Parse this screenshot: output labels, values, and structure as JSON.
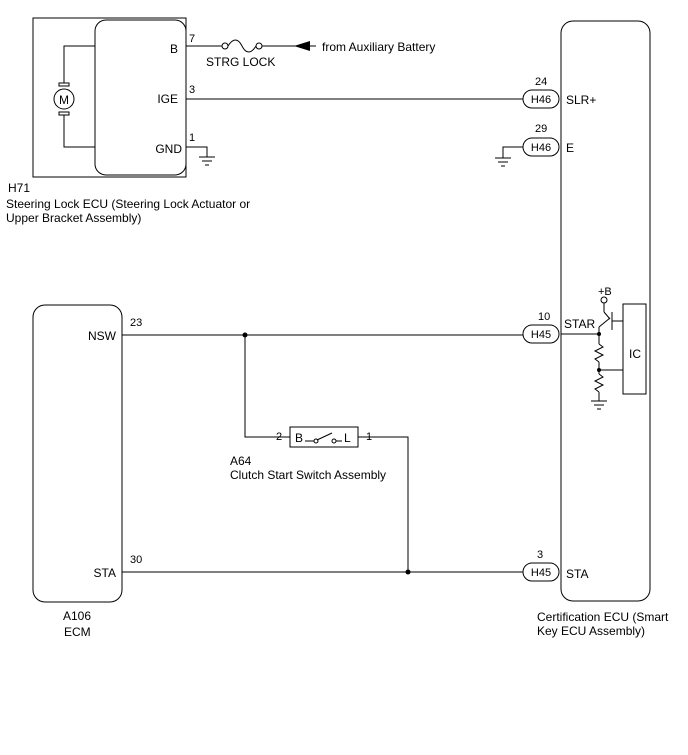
{
  "steering_lock_ecu": {
    "code": "H71",
    "name_line1": "Steering Lock ECU (Steering Lock Actuator or",
    "name_line2": "Upper Bracket Assembly)",
    "motor_symbol": "M",
    "pins": [
      {
        "label": "B",
        "number": "7"
      },
      {
        "label": "IGE",
        "number": "3"
      },
      {
        "label": "GND",
        "number": "1"
      }
    ]
  },
  "fuse": {
    "label": "STRG LOCK"
  },
  "battery_source": {
    "label": "from Auxiliary Battery"
  },
  "certification_ecu": {
    "name_line1": "Certification ECU (Smart",
    "name_line2": "Key ECU Assembly)",
    "pins": [
      {
        "label": "SLR+",
        "number": "24",
        "connector": "H46"
      },
      {
        "label": "E",
        "number": "29",
        "connector": "H46"
      },
      {
        "label": "STAR",
        "number": "10",
        "connector": "H45"
      },
      {
        "label": "STA",
        "number": "3",
        "connector": "H45"
      }
    ],
    "ic_label": "IC",
    "supply_label": "+B"
  },
  "ecm": {
    "code": "A106",
    "name": "ECM",
    "pins": [
      {
        "label": "NSW",
        "number": "23"
      },
      {
        "label": "STA",
        "number": "30"
      }
    ]
  },
  "clutch_switch": {
    "code": "A64",
    "name": "Clutch Start Switch Assembly",
    "terminal_left": "B",
    "terminal_right": "L",
    "pin_left": "2",
    "pin_right": "1"
  }
}
